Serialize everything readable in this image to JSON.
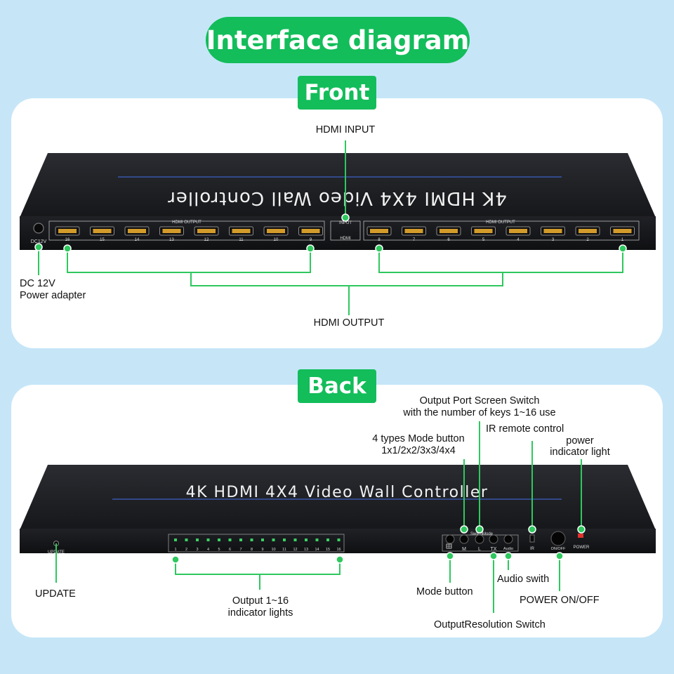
{
  "title": "Interface diagram",
  "front": {
    "heading": "Front",
    "device_title": "4K HDMI 4X4 Video Wall Controller",
    "dc_label": "DC12V",
    "output_group_label": "HDMI OUTPUT",
    "input_label": "INPUT",
    "input_port_label": "HDMI",
    "left_port_numbers": [
      "16",
      "15",
      "14",
      "13",
      "12",
      "11",
      "10",
      "9"
    ],
    "right_port_numbers": [
      "8",
      "7",
      "6",
      "5",
      "4",
      "3",
      "2",
      "1"
    ],
    "callouts": {
      "hdmi_input": "HDMI INPUT",
      "dc_line1": "DC 12V",
      "dc_line2": "Power adapter",
      "hdmi_output": "HDMI OUTPUT"
    }
  },
  "back": {
    "heading": "Back",
    "device_title": "4K HDMI 4X4 Video Wall Controller",
    "update_label": "UPDATE",
    "led_numbers": [
      "1",
      "2",
      "3",
      "4",
      "5",
      "6",
      "7",
      "8",
      "9",
      "10",
      "11",
      "12",
      "13",
      "14",
      "15",
      "16"
    ],
    "switch_label": "Switch",
    "mode_label": "Mode",
    "button_labels": [
      "M",
      "L",
      "TX",
      "Audio"
    ],
    "ir_label": "IR",
    "onoff_label": "ON/OFF",
    "power_label": "POWER",
    "callouts": {
      "output_port_line1": "Output Port Screen Switch",
      "output_port_line2": "with the number of keys 1~16 use",
      "ir_remote": "IR remote control",
      "mode_types_line1": "4 types Mode button",
      "mode_types_line2": "1x1/2x2/3x3/4x4",
      "power_light_line1": "power",
      "power_light_line2": "indicator light",
      "update": "UPDATE",
      "output_lights_line1": "Output 1~16",
      "output_lights_line2": "indicator lights",
      "mode_button": "Mode button",
      "audio_switch": "Audio swith",
      "power_onoff": "POWER  ON/OFF",
      "output_resolution": "OutputResolution Switch"
    }
  },
  "colors": {
    "background": "#c6e6f8",
    "accent_green": "#13bd5a",
    "device_body": "#1c1d21",
    "led_green": "#39d163",
    "power_led": "#e0322b"
  }
}
